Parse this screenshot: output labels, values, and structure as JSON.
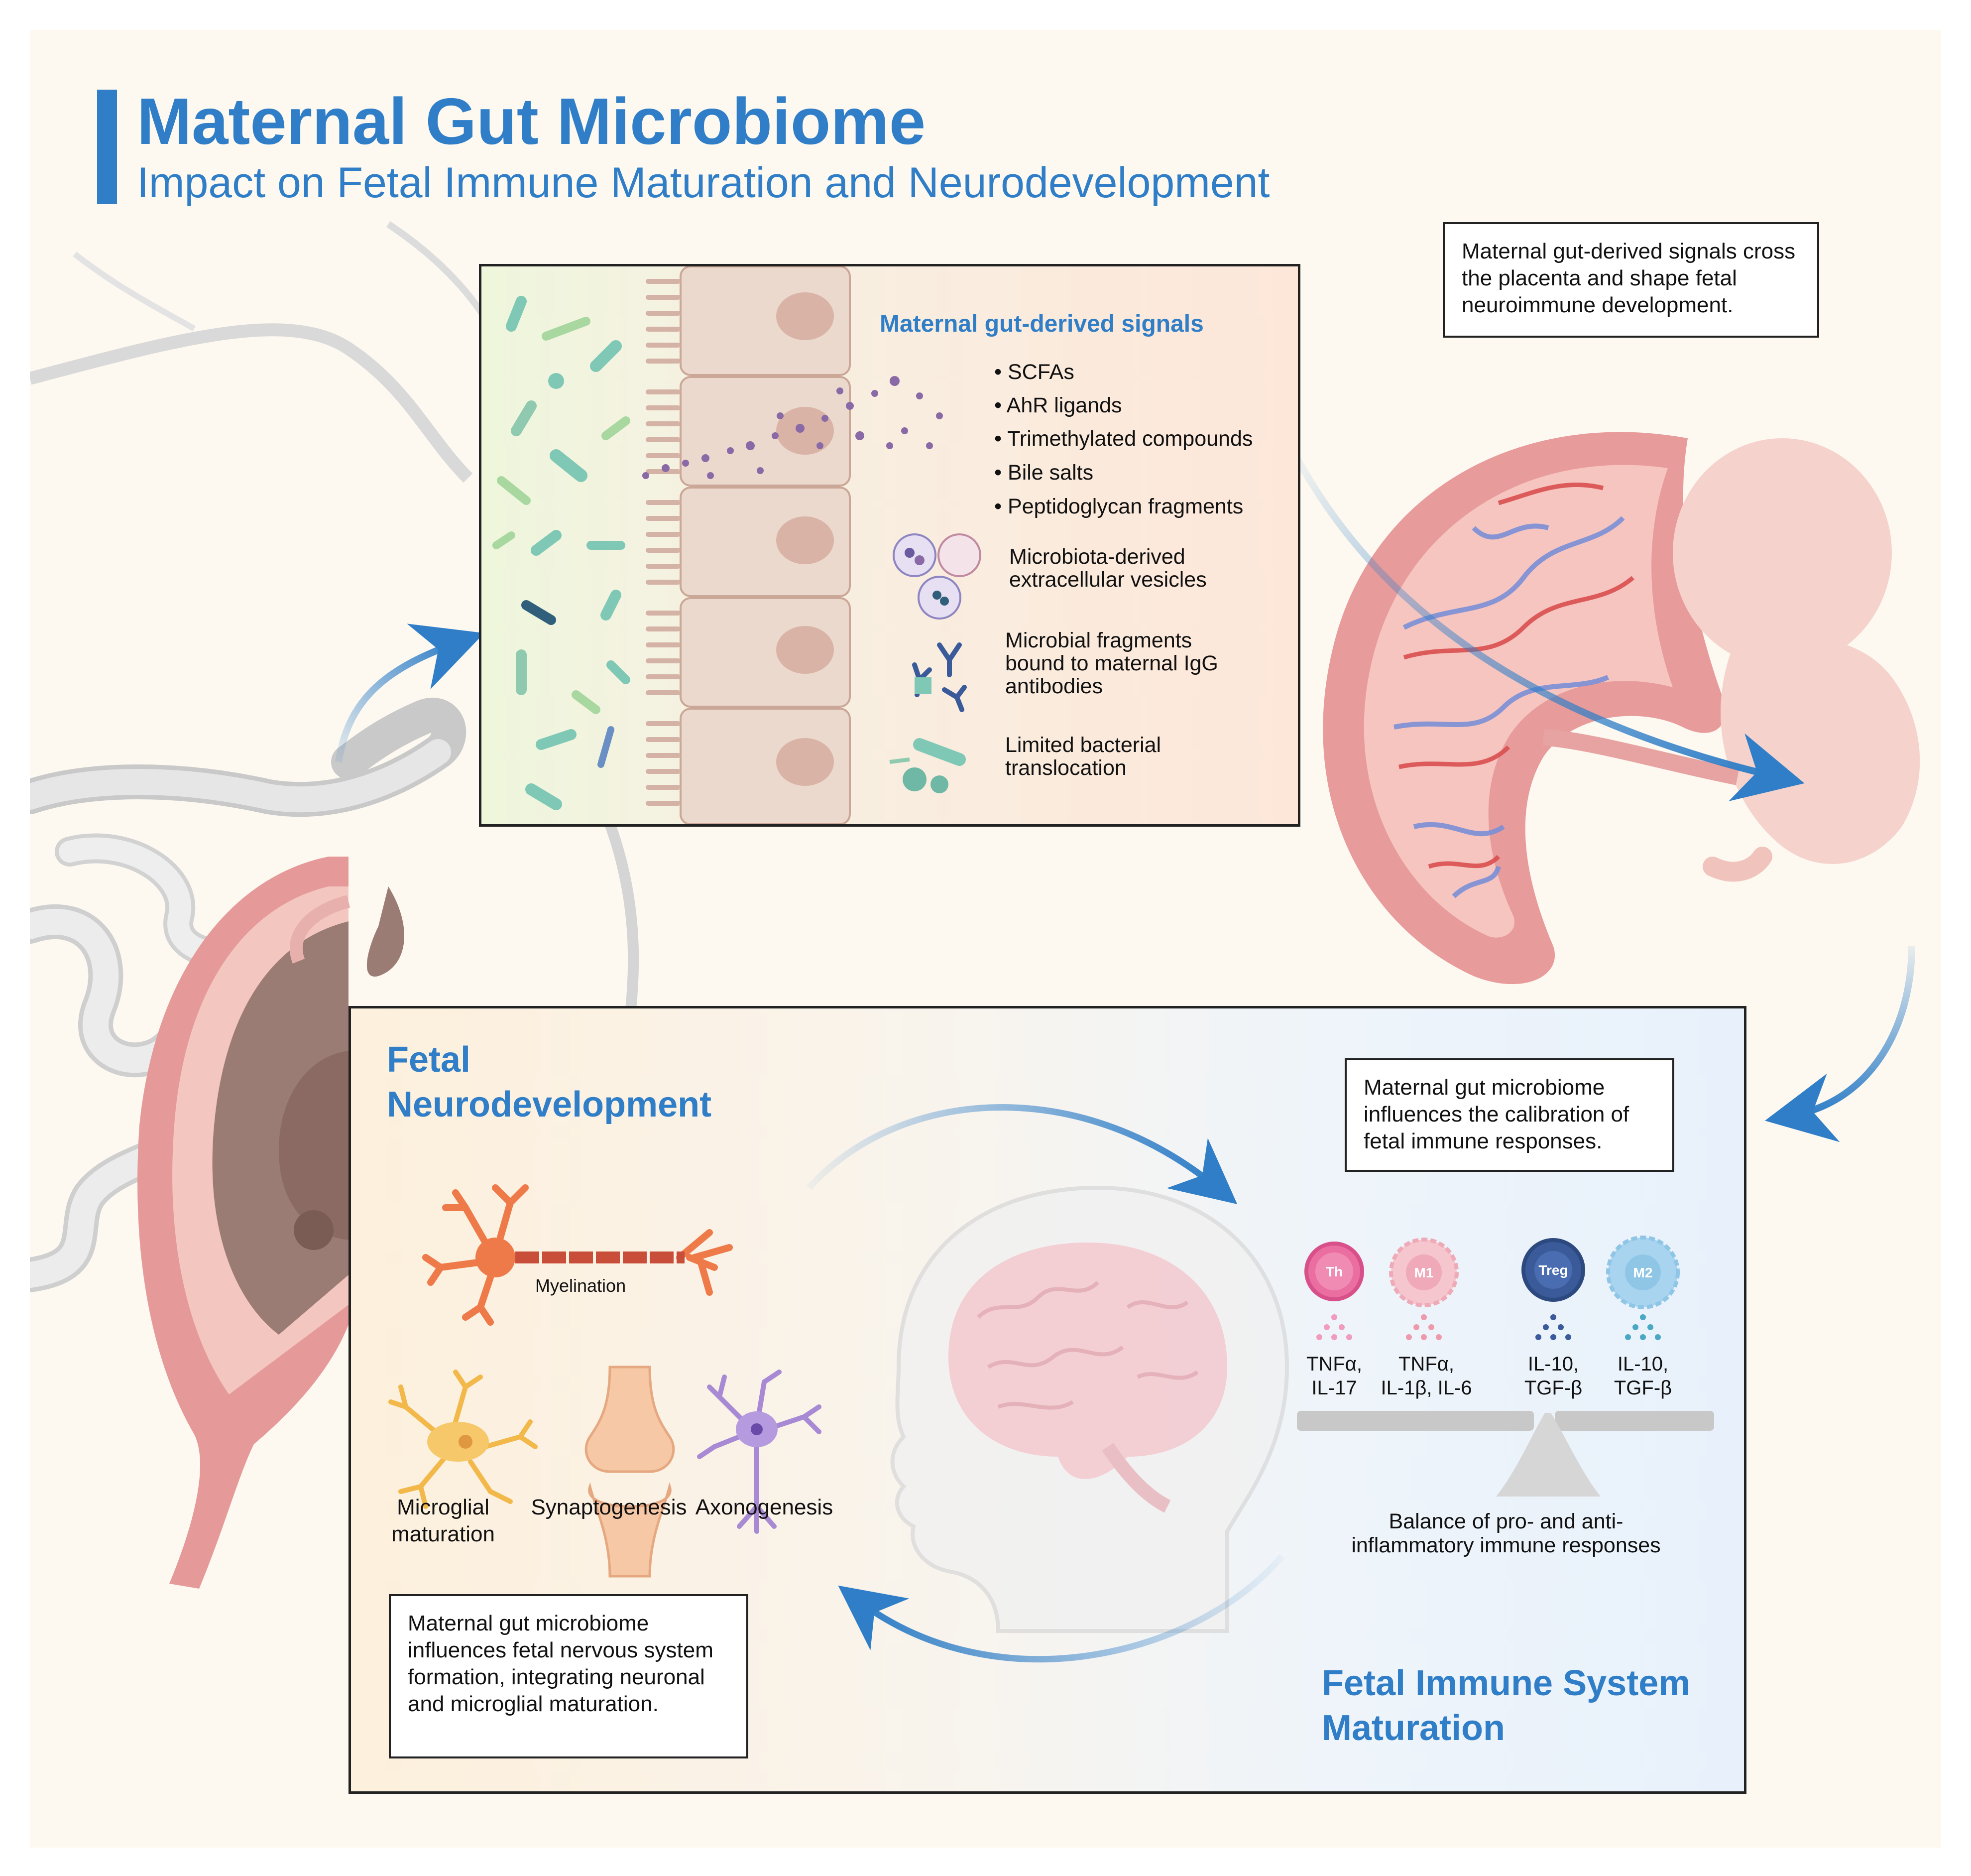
{
  "title": "Maternal Gut Microbiome",
  "subtitle": "Impact on Fetal Immune Maturation and Neurodevelopment",
  "placenta_callout": "Maternal gut-derived signals cross the placenta and shape fetal neuroimmune development.",
  "gut_panel": {
    "heading": "Maternal gut-derived signals",
    "signals": [
      "SCFAs",
      "AhR ligands",
      "Trimethylated compounds",
      "Bile salts",
      "Peptidoglycan fragments"
    ],
    "items": [
      {
        "label": "Microbiota-derived extracellular vesicles",
        "line1": "Microbiota-derived",
        "line2": "extracellular vesicles",
        "line3": ""
      },
      {
        "label": "Microbial fragments bound to maternal IgG antibodies",
        "line1": "Microbial fragments",
        "line2": "bound to maternal IgG",
        "line3": "antibodies"
      },
      {
        "label": "Limited bacterial translocation",
        "line1": "Limited bacterial",
        "line2": "translocation",
        "line3": ""
      }
    ]
  },
  "neuro": {
    "heading_line1": "Fetal",
    "heading_line2": "Neurodevelopment",
    "myelination": "Myelination",
    "microglial": "Microglial maturation",
    "microglial_l1": "Microglial",
    "microglial_l2": "maturation",
    "synaptogenesis": "Synaptogenesis",
    "axonogenesis": "Axonogenesis",
    "callout": "Maternal gut microbiome influences fetal nervous system formation, integrating neuronal and microglial maturation."
  },
  "immune": {
    "callout": "Maternal gut microbiome influences the calibration of fetal immune responses.",
    "heading_line1": "Fetal Immune System",
    "heading_line2": "Maturation",
    "cells": [
      {
        "name": "Th",
        "l1": "TNFα,",
        "l2": "IL-17",
        "color": "#ea6ea0"
      },
      {
        "name": "M1",
        "l1": "TNFα,",
        "l2": "IL-1β, IL-6",
        "color": "#f0b3c2"
      },
      {
        "name": "Treg",
        "l1": "IL-10,",
        "l2": "TGF-β",
        "color": "#3a5a99"
      },
      {
        "name": "M2",
        "l1": "IL-10,",
        "l2": "TGF-β",
        "color": "#8fc6e6"
      }
    ],
    "balance": "Balance of pro- and anti-inflammatory immune responses",
    "balance_l1": "Balance of pro- and anti-",
    "balance_l2": "inflammatory immune responses"
  },
  "colors": {
    "accent": "#2f7ec7",
    "panel_border": "#222222"
  }
}
